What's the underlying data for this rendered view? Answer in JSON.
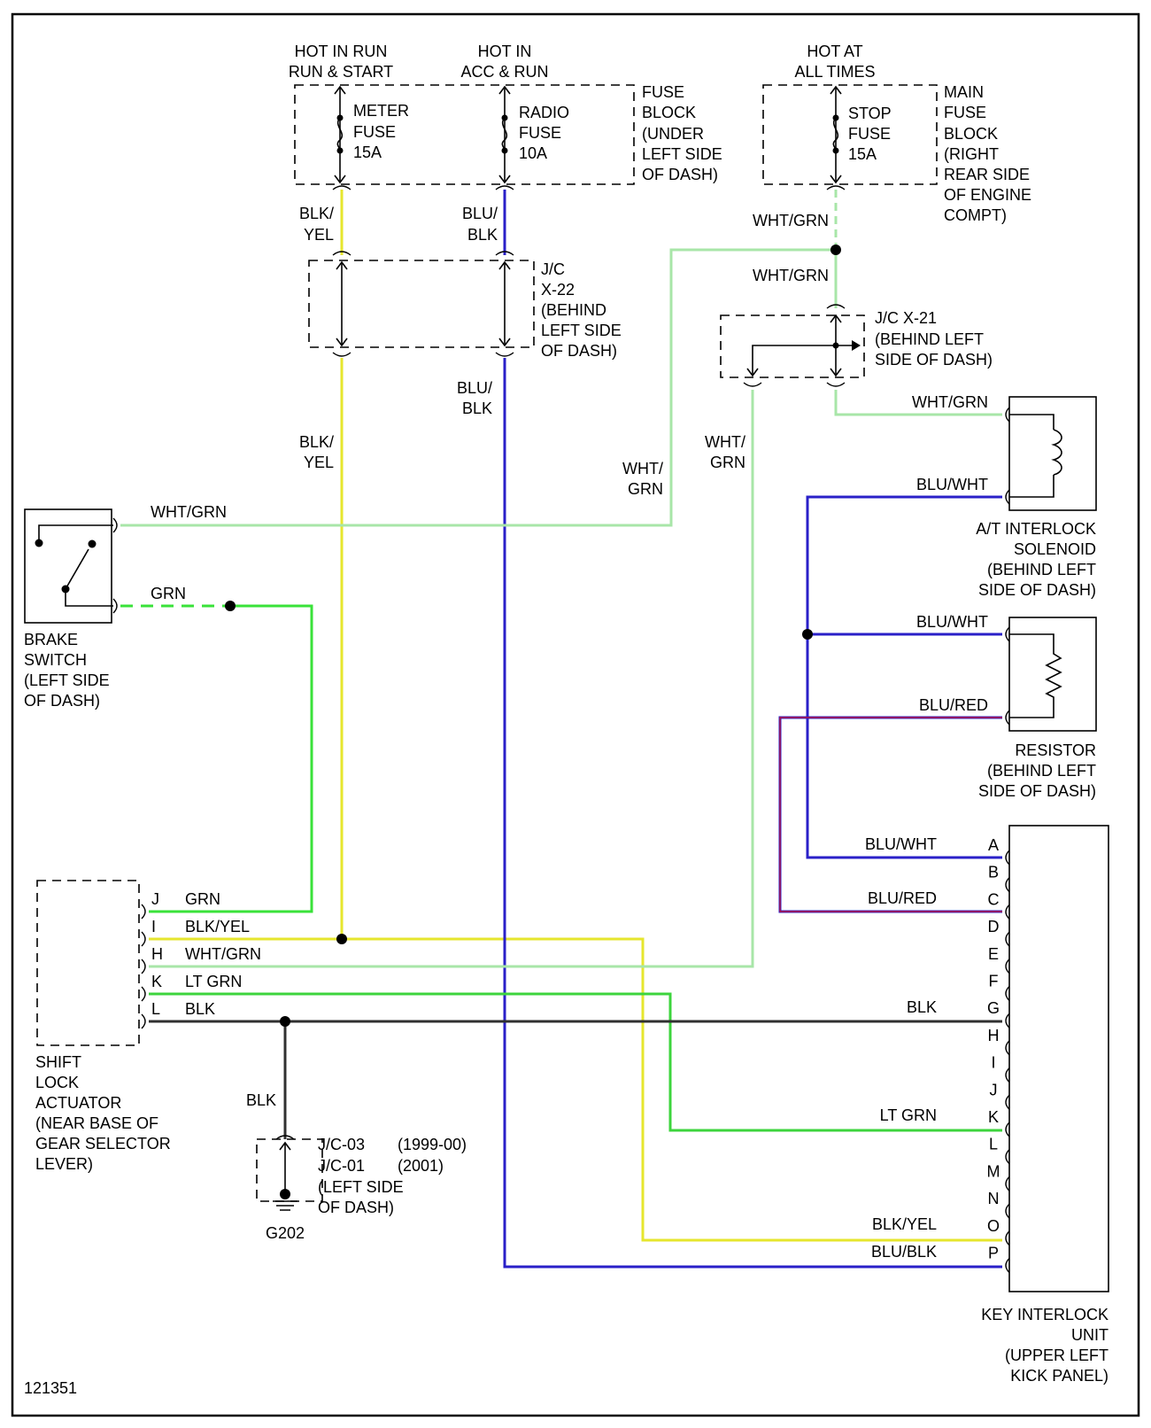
{
  "diagram_id": "121351",
  "colors": {
    "grn": "#39e239",
    "ltgrn": "#3dd43d",
    "whtgrn": "#a8e6a8",
    "yel": "#e6e62e",
    "blu": "#2a20c8",
    "blk": "#303030",
    "red": "#c8102e"
  },
  "power": {
    "run_start": [
      "HOT IN RUN",
      "RUN & START"
    ],
    "acc_run": [
      "HOT IN",
      "ACC & RUN"
    ],
    "all_times": [
      "HOT AT",
      "ALL TIMES"
    ]
  },
  "fuses": {
    "meter": [
      "METER",
      "FUSE",
      "15A"
    ],
    "radio": [
      "RADIO",
      "FUSE",
      "10A"
    ],
    "stop": [
      "STOP",
      "FUSE",
      "15A"
    ]
  },
  "blocks": {
    "fuse_block": [
      "FUSE",
      "BLOCK",
      "(UNDER",
      "LEFT SIDE",
      "OF DASH)"
    ],
    "main_fuse_block": [
      "MAIN",
      "FUSE",
      "BLOCK",
      "(RIGHT",
      "REAR SIDE",
      "OF ENGINE",
      "COMPT)"
    ],
    "jc_x22": [
      "J/C",
      "X-22",
      "(BEHIND",
      "LEFT SIDE",
      "OF DASH)"
    ],
    "jc_x21": [
      "J/C X-21",
      "(BEHIND LEFT",
      "SIDE OF DASH)"
    ],
    "jc_ground": {
      "lines": [
        "J/C-03",
        "J/C-01",
        "(LEFT SIDE",
        "OF DASH)"
      ],
      "years": [
        "(1999-00)",
        "(2001)"
      ]
    },
    "ground": "G202"
  },
  "wire_labels": {
    "blk_yel_2line": [
      "BLK/",
      "YEL"
    ],
    "blu_blk_2line": [
      "BLU/",
      "BLK"
    ],
    "wht_grn_2line": [
      "WHT/",
      "GRN"
    ],
    "wht_grn": "WHT/GRN",
    "grn": "GRN",
    "blu_wht": "BLU/WHT",
    "blu_red": "BLU/RED",
    "blk": "BLK",
    "lt_grn": "LT GRN",
    "blk_yel": "BLK/YEL",
    "blu_blk": "BLU/BLK"
  },
  "components": {
    "brake_switch": [
      "BRAKE",
      "SWITCH",
      "(LEFT SIDE",
      "OF DASH)"
    ],
    "solenoid": [
      "A/T INTERLOCK",
      "SOLENOID",
      "(BEHIND LEFT",
      "SIDE OF DASH)"
    ],
    "resistor": [
      "RESISTOR",
      "(BEHIND LEFT",
      "SIDE OF DASH)"
    ],
    "shift_lock": [
      "SHIFT",
      "LOCK",
      "ACTUATOR",
      "(NEAR BASE OF",
      "GEAR SELECTOR",
      "LEVER)"
    ],
    "key_interlock": [
      "KEY INTERLOCK",
      "UNIT",
      "(UPPER LEFT",
      "KICK PANEL)"
    ]
  },
  "shift_pins": [
    {
      "pin": "J",
      "wire": "GRN"
    },
    {
      "pin": "I",
      "wire": "BLK/YEL"
    },
    {
      "pin": "H",
      "wire": "WHT/GRN"
    },
    {
      "pin": "K",
      "wire": "LT GRN"
    },
    {
      "pin": "L",
      "wire": "BLK"
    }
  ],
  "key_pins": [
    {
      "pin": "A",
      "wire": "BLU/WHT"
    },
    {
      "pin": "B",
      "wire": ""
    },
    {
      "pin": "C",
      "wire": "BLU/RED"
    },
    {
      "pin": "D",
      "wire": ""
    },
    {
      "pin": "E",
      "wire": ""
    },
    {
      "pin": "F",
      "wire": ""
    },
    {
      "pin": "G",
      "wire": "BLK"
    },
    {
      "pin": "H",
      "wire": ""
    },
    {
      "pin": "I",
      "wire": ""
    },
    {
      "pin": "J",
      "wire": ""
    },
    {
      "pin": "K",
      "wire": "LT GRN"
    },
    {
      "pin": "L",
      "wire": ""
    },
    {
      "pin": "M",
      "wire": ""
    },
    {
      "pin": "N",
      "wire": ""
    },
    {
      "pin": "O",
      "wire": "BLK/YEL"
    },
    {
      "pin": "P",
      "wire": "BLU/BLK"
    }
  ]
}
